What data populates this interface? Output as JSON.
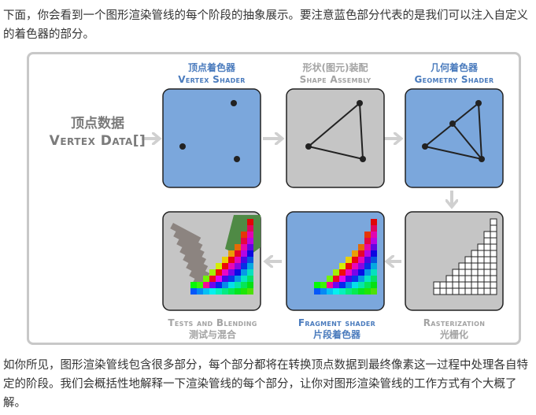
{
  "intro_text": "下面，你会看到一个图形渲染管线的每个阶段的抽象展示。要注意蓝色部分代表的是我们可以注入自定义的着色器的部分。",
  "outro_text": "如你所见，图形渲染管线包含很多部分，每个部分都将在转换顶点数据到最终像素这一过程中处理各自特定的阶段。我们会概括性地解释一下渲染管线的每个部分，让你对图形渲染管线的工作方式有个大概了解。",
  "diagram": {
    "input": {
      "zh": "顶点数据",
      "en": "Vertex Data[]"
    },
    "stages": [
      {
        "id": "vertex-shader",
        "zh": "顶点着色器",
        "en": "Vertex Shader",
        "programmable": true
      },
      {
        "id": "shape-assembly",
        "zh": "形状(图元)装配",
        "en": "Shape Assembly",
        "programmable": false
      },
      {
        "id": "geometry-shader",
        "zh": "几何着色器",
        "en": "Geometry Shader",
        "programmable": true
      },
      {
        "id": "rasterization",
        "en": "Rasterization",
        "zh": "光栅化",
        "programmable": false
      },
      {
        "id": "fragment-shader",
        "en": "Fragment shader",
        "zh": "片段着色器",
        "programmable": true
      },
      {
        "id": "tests-blending",
        "en": "Tests and Blending",
        "zh": "测试与混合",
        "programmable": false
      }
    ],
    "colors": {
      "programmable": "#7ba7dc",
      "fixed": "#c5c5c5",
      "programmable_text": "#4a7bbd",
      "fixed_text": "#a3a3a3",
      "arrow": "#d0d0d0"
    }
  }
}
